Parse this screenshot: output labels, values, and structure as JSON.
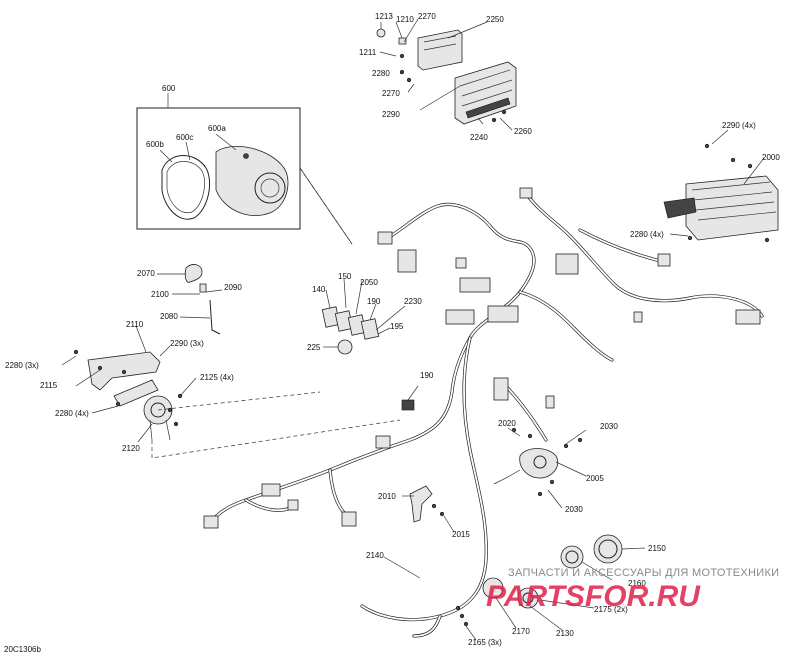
{
  "diagram_id": "20C1306b",
  "callouts": {
    "c1213": "1213",
    "c1210": "1210",
    "c2270a": "2270",
    "c2250": "2250",
    "c1211": "1211",
    "c2280a": "2280",
    "c2270b": "2270",
    "c2290a": "2290",
    "c2240": "2240",
    "c2260": "2260",
    "c600": "600",
    "c600a": "600a",
    "c600b": "600b",
    "c600c": "600c",
    "c2290_4x": "2290 (4x)",
    "c2000": "2000",
    "c2280_4x_r": "2280 (4x)",
    "c2070": "2070",
    "c2090": "2090",
    "c2100": "2100",
    "c2080": "2080",
    "c150": "150",
    "c2050": "2050",
    "c140": "140",
    "c190a": "190",
    "c2230": "2230",
    "c195": "195",
    "c225": "225",
    "c2110": "2110",
    "c2290_3x": "2290 (3x)",
    "c2280_3x": "2280 (3x)",
    "c2115": "2115",
    "c2125_4x": "2125 (4x)",
    "c2280_4x_l": "2280 (4x)",
    "c2120": "2120",
    "c190b": "190",
    "c2020": "2020",
    "c2030a": "2030",
    "c2005": "2005",
    "c2030b": "2030",
    "c2010": "2010",
    "c2015": "2015",
    "c2140": "2140",
    "c2150": "2150",
    "c2160": "2160",
    "c2175_2x": "2175 (2x)",
    "c2170": "2170",
    "c2130": "2130",
    "c2165_3x": "2165 (3x)"
  },
  "watermark": {
    "line1": "ЗАПЧАСТИ И АКСЕССУАРЫ ДЛЯ МОТОТЕХНИКИ",
    "line2": "PARTSFOR.RU"
  },
  "colors": {
    "ink": "#111111",
    "watermark_red": "#e0204a",
    "watermark_gray": "#8a8a8a"
  }
}
